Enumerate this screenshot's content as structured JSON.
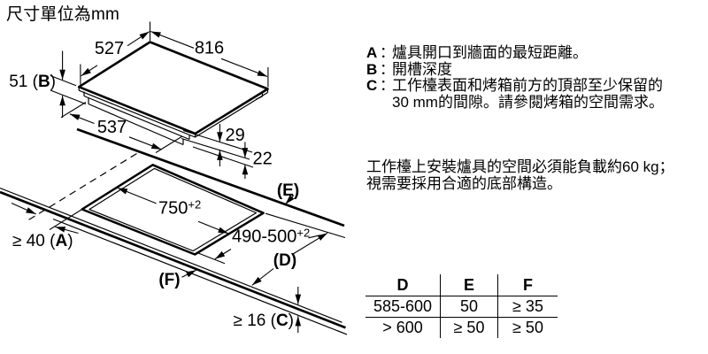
{
  "title": "尺寸單位為mm",
  "diagram": {
    "unit_color": "#000000",
    "dims": {
      "glass_width": "527",
      "glass_length": "816",
      "depth_prefix": "51 (",
      "depth_letter": "B",
      "depth_suffix": ")",
      "chassis_length": "537",
      "gap_upper": "29",
      "gap_lower": "22",
      "cutout_length": "750",
      "cutout_length_tol": "+2",
      "cutout_width": "490-500",
      "cutout_width_tol": "+2",
      "wall_prefix": "≥ 40 (",
      "wall_letter": "A",
      "wall_suffix": ")",
      "thickness_prefix": "≥ 16 (",
      "thickness_letter": "C",
      "thickness_suffix": ")",
      "label_e": "(E)",
      "label_d": "(D)",
      "label_f": "(F)"
    }
  },
  "notes": [
    {
      "label": "A",
      "colon": "：",
      "line1": "爐具開口到牆面的最短距離。",
      "line2": ""
    },
    {
      "label": "B",
      "colon": "：",
      "line1": "開槽深度",
      "line2": ""
    },
    {
      "label": "C",
      "colon": "：",
      "line1": "工作檯表面和烤箱前方的頂部至少保留的",
      "line2": "30 mm的間隙。請參閱烤箱的空間需求。"
    }
  ],
  "load_note": {
    "line1": "工作檯上安裝爐具的空間必須能負載約60 kg；",
    "line2": "視需要採用合適的底部構造。"
  },
  "table": {
    "headers": [
      "D",
      "E",
      "F"
    ],
    "rows": [
      [
        "585-600",
        "50",
        "≥ 35"
      ],
      [
        "> 600",
        "≥ 50",
        "≥ 50"
      ]
    ]
  }
}
